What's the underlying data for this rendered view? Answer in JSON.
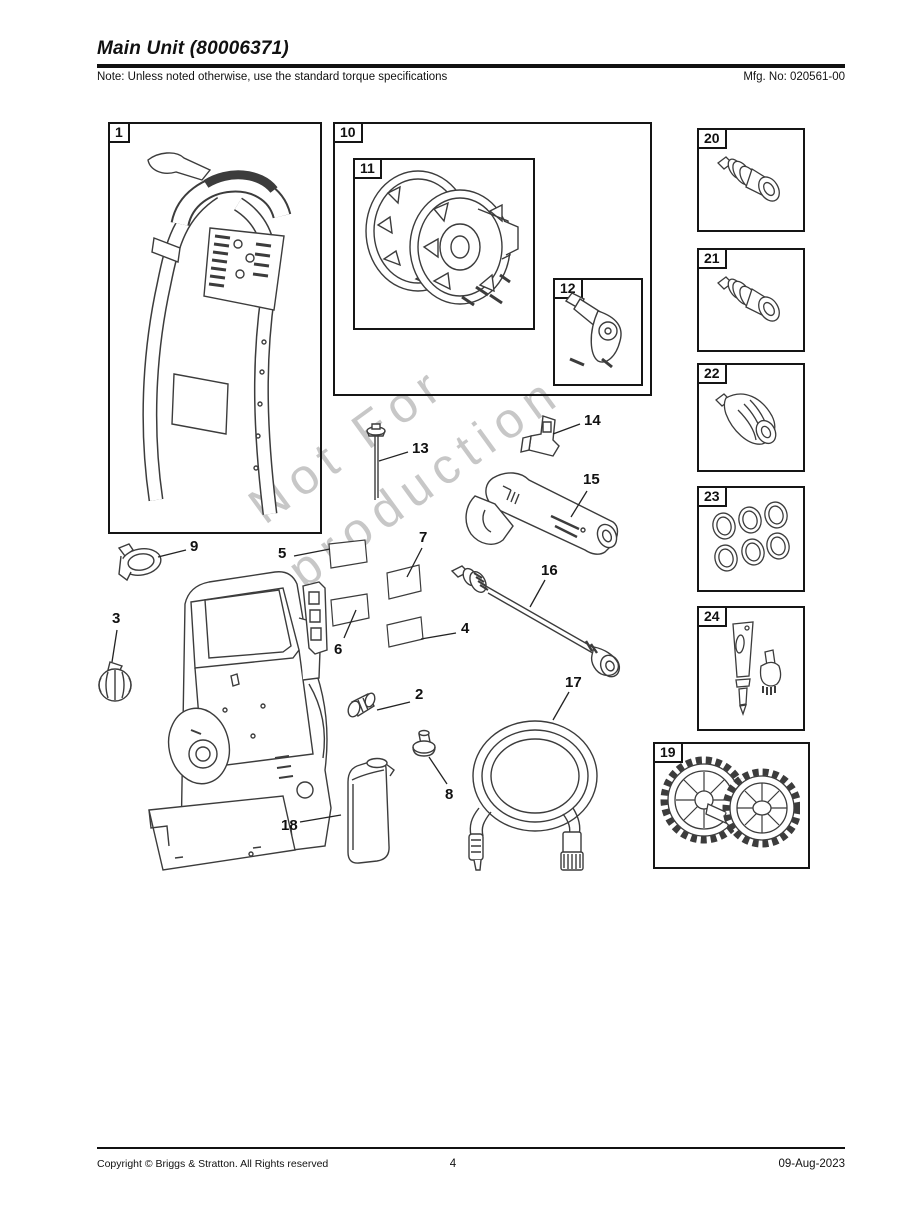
{
  "header": {
    "title": "Main Unit (80006371)",
    "note": "Note: Unless noted otherwise, use the standard torque specifications",
    "mfg_no": "Mfg. No: 020561-00"
  },
  "watermark": {
    "line1": "Not For",
    "line2": "Reproduction"
  },
  "callouts": {
    "c1": "1",
    "c2": "2",
    "c3": "3",
    "c4": "4",
    "c5": "5",
    "c6": "6",
    "c7": "7",
    "c8": "8",
    "c9": "9",
    "c10": "10",
    "c11": "11",
    "c12": "12",
    "c13": "13",
    "c14": "14",
    "c15": "15",
    "c16": "16",
    "c17": "17",
    "c18": "18",
    "c19": "19",
    "c20": "20",
    "c21": "21",
    "c22": "22",
    "c23": "23",
    "c24": "24"
  },
  "footer": {
    "copyright": "Copyright ©  Briggs & Stratton. All Rights reserved",
    "page_number": "4",
    "date": "09-Aug-2023"
  }
}
